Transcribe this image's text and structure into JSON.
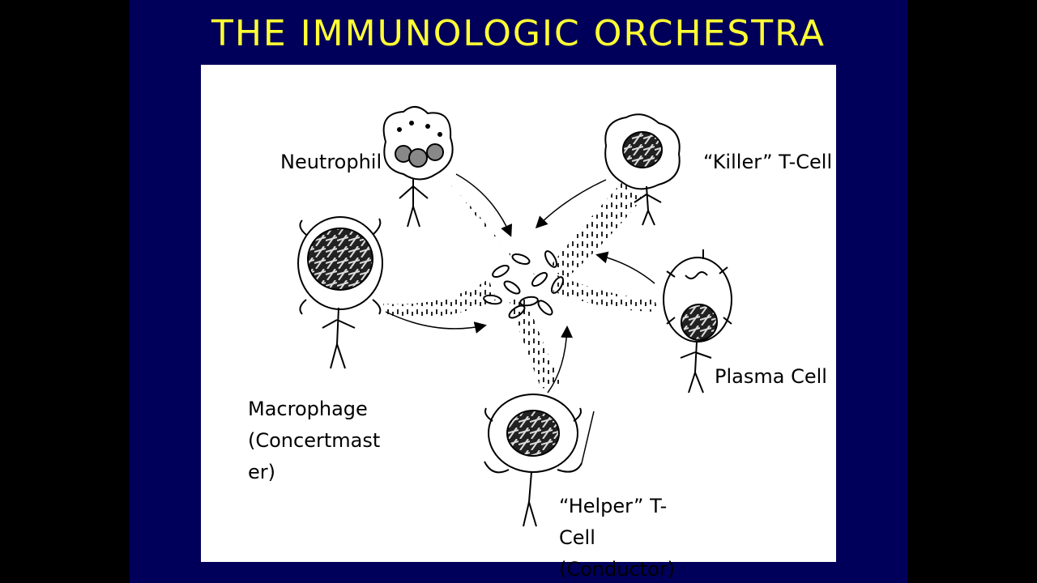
{
  "slide": {
    "title": "THE IMMUNOLOGIC ORCHESTRA"
  },
  "labels": {
    "neutrophil": "Neutrophil",
    "killer_t_cell": "“Killer” T-Cell",
    "macrophage": [
      "Macrophage",
      "(Concertmast",
      "er)"
    ],
    "plasma_cell": "Plasma Cell",
    "helper_t_cell": [
      "“Helper” T-",
      "Cell",
      "(Conductor)"
    ]
  },
  "colors": {
    "background": "#00005b",
    "title": "#ffff33",
    "panel": "#ffffff",
    "ink": "#000000"
  }
}
